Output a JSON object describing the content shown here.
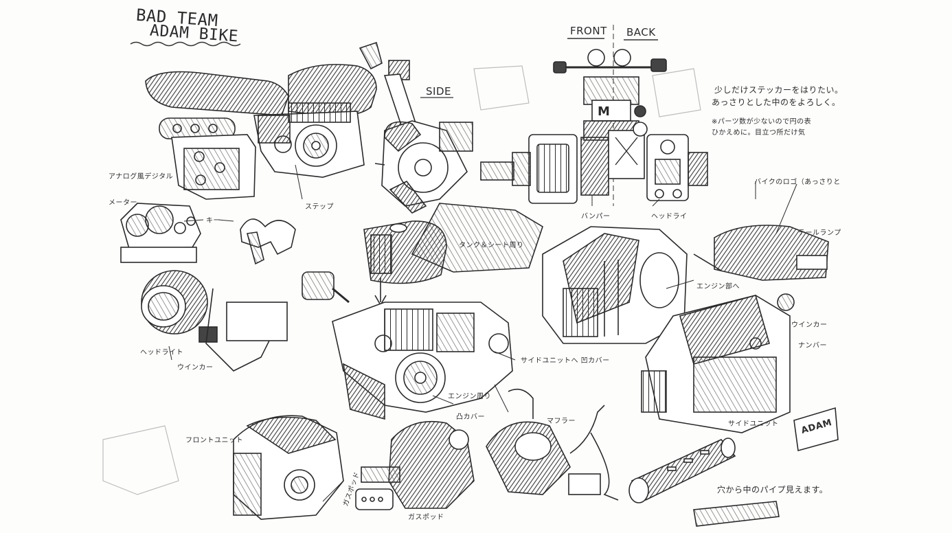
{
  "title": {
    "line1": "BAD TEAM",
    "line2": "ADAM BIKE"
  },
  "view_labels": {
    "front": "FRONT",
    "back": "BACK",
    "side": "SIDE"
  },
  "notes": {
    "sticker_line1": "少しだけステッカーをはりたい。",
    "sticker_line2": "あっさりとした中のをよろしく。",
    "parts_line1": "※パーツ数が少ないので円の表",
    "parts_line2": "ひかえめに。目立つ所だけ気",
    "muffler_pipe": "穴から中のパイプ見えます。"
  },
  "labels": {
    "analog_digital": "アナログ風デジタル",
    "meter": "メーター",
    "key": "キー",
    "headlight": "ヘッドライト",
    "winker_left": "ウインカー",
    "step": "ステップ",
    "tank_seat": "タンク＆シート周り",
    "engine_section": "エンジン部へ",
    "winker_right": "ウインカー",
    "number": "ナンバー",
    "side_unit_cover": "サイドユニットへ 凹カバー",
    "engine_area": "エンジン周り",
    "bump_cover": "凸カバー",
    "muffler": "マフラー",
    "side_unit": "サイドユニット",
    "front_unit": "フロントユニット",
    "gas_pod": "ガスポッド",
    "gas_pod2": "ガスポッド",
    "bike_logo": "バイクのロゴ（あっさりと",
    "tail_lamp": "テールランプ",
    "lower_bump": "バンパー",
    "lower_headlight": "ヘッドライ"
  },
  "plate_text": "ADAM",
  "colors": {
    "ink": "#2a2a2a",
    "shade": "#5a5a5a",
    "paper": "#fdfdfc"
  }
}
